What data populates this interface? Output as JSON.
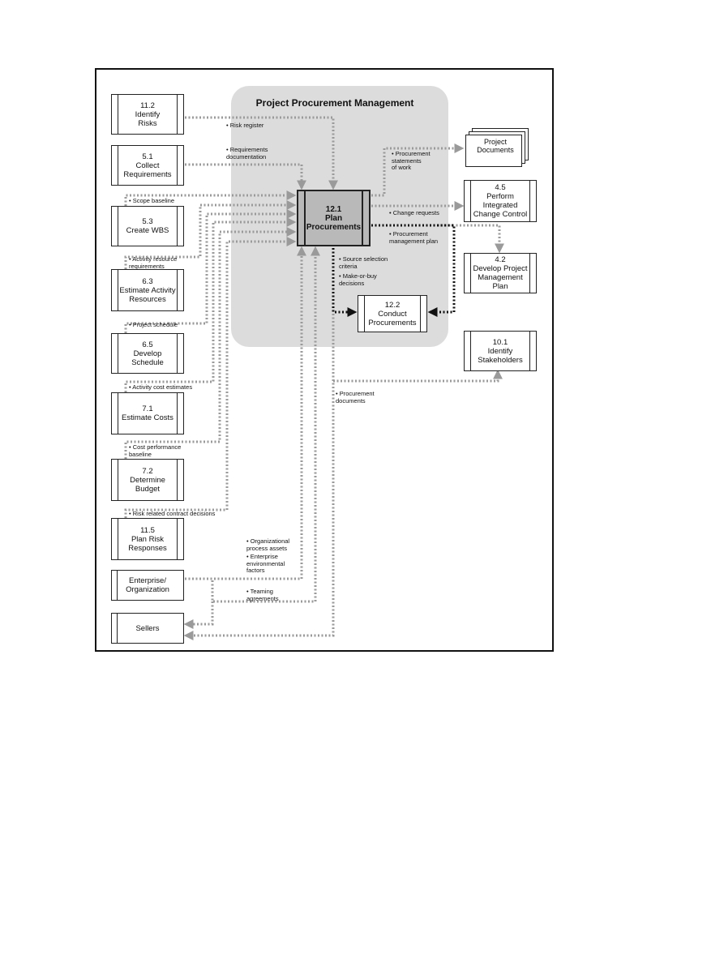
{
  "title": "Project Procurement Management",
  "central": {
    "number": "12.1",
    "name": "Plan\nProcurements"
  },
  "conduct": {
    "number": "12.2",
    "name": "Conduct\nProcurements"
  },
  "left_processes": [
    {
      "id": "risks",
      "number": "11.2",
      "name": "Identify\nRisks"
    },
    {
      "id": "requirements",
      "number": "5.1",
      "name": "Collect\nRequirements"
    },
    {
      "id": "wbs",
      "number": "5.3",
      "name": "Create WBS"
    },
    {
      "id": "resources",
      "number": "6.3",
      "name": "Estimate Activity\nResources"
    },
    {
      "id": "schedule",
      "number": "6.5",
      "name": "Develop\nSchedule"
    },
    {
      "id": "costs",
      "number": "7.1",
      "name": "Estimate Costs"
    },
    {
      "id": "budget",
      "number": "7.2",
      "name": "Determine\nBudget"
    },
    {
      "id": "risk-responses",
      "number": "11.5",
      "name": "Plan Risk\nResponses"
    }
  ],
  "right_processes": [
    {
      "id": "change-control",
      "number": "4.5",
      "name": "Perform\nIntegrated\nChange Control"
    },
    {
      "id": "pm-plan",
      "number": "4.2",
      "name": "Develop Project\nManagement\nPlan"
    },
    {
      "id": "stakeholders",
      "number": "10.1",
      "name": "Identify\nStakeholders"
    }
  ],
  "document": "Project\nDocuments",
  "externals": {
    "enterprise": "Enterprise/\nOrganization",
    "sellers": "Sellers"
  },
  "labels": {
    "risk_register": "• Risk register",
    "requirements_documentation": "• Requirements\n  documentation",
    "scope_baseline": "• Scope baseline",
    "activity_resource_requirements": "• Activity resource\n  requirements",
    "project_schedule": "• Project schedule",
    "activity_cost_estimates": "• Activity cost estimates",
    "cost_performance_baseline": "• Cost performance\n  baseline",
    "risk_related_contract_decisions": "• Risk related contract decisions",
    "procurement_statements_of_work": "• Procurement\n  statements\n  of work",
    "change_requests": "• Change requests",
    "procurement_management_plan": "• Procurement\n  management plan",
    "source_selection_criteria": "• Source selection\n  criteria",
    "make_or_buy_decisions": "• Make-or-buy\n  decisions",
    "procurement_documents": "• Procurement\n  documents",
    "organizational_process_assets": "• Organizational\n  process assets",
    "enterprise_environmental_factors": "• Enterprise\n  environmental\n  factors",
    "teaming_agreements": "• Teaming\n  agreements"
  },
  "colors": {
    "panel": "#dcdcdc",
    "central_fill": "#b9b9b9",
    "flow_gray": "#9a9a9a",
    "flow_black": "#111111"
  }
}
